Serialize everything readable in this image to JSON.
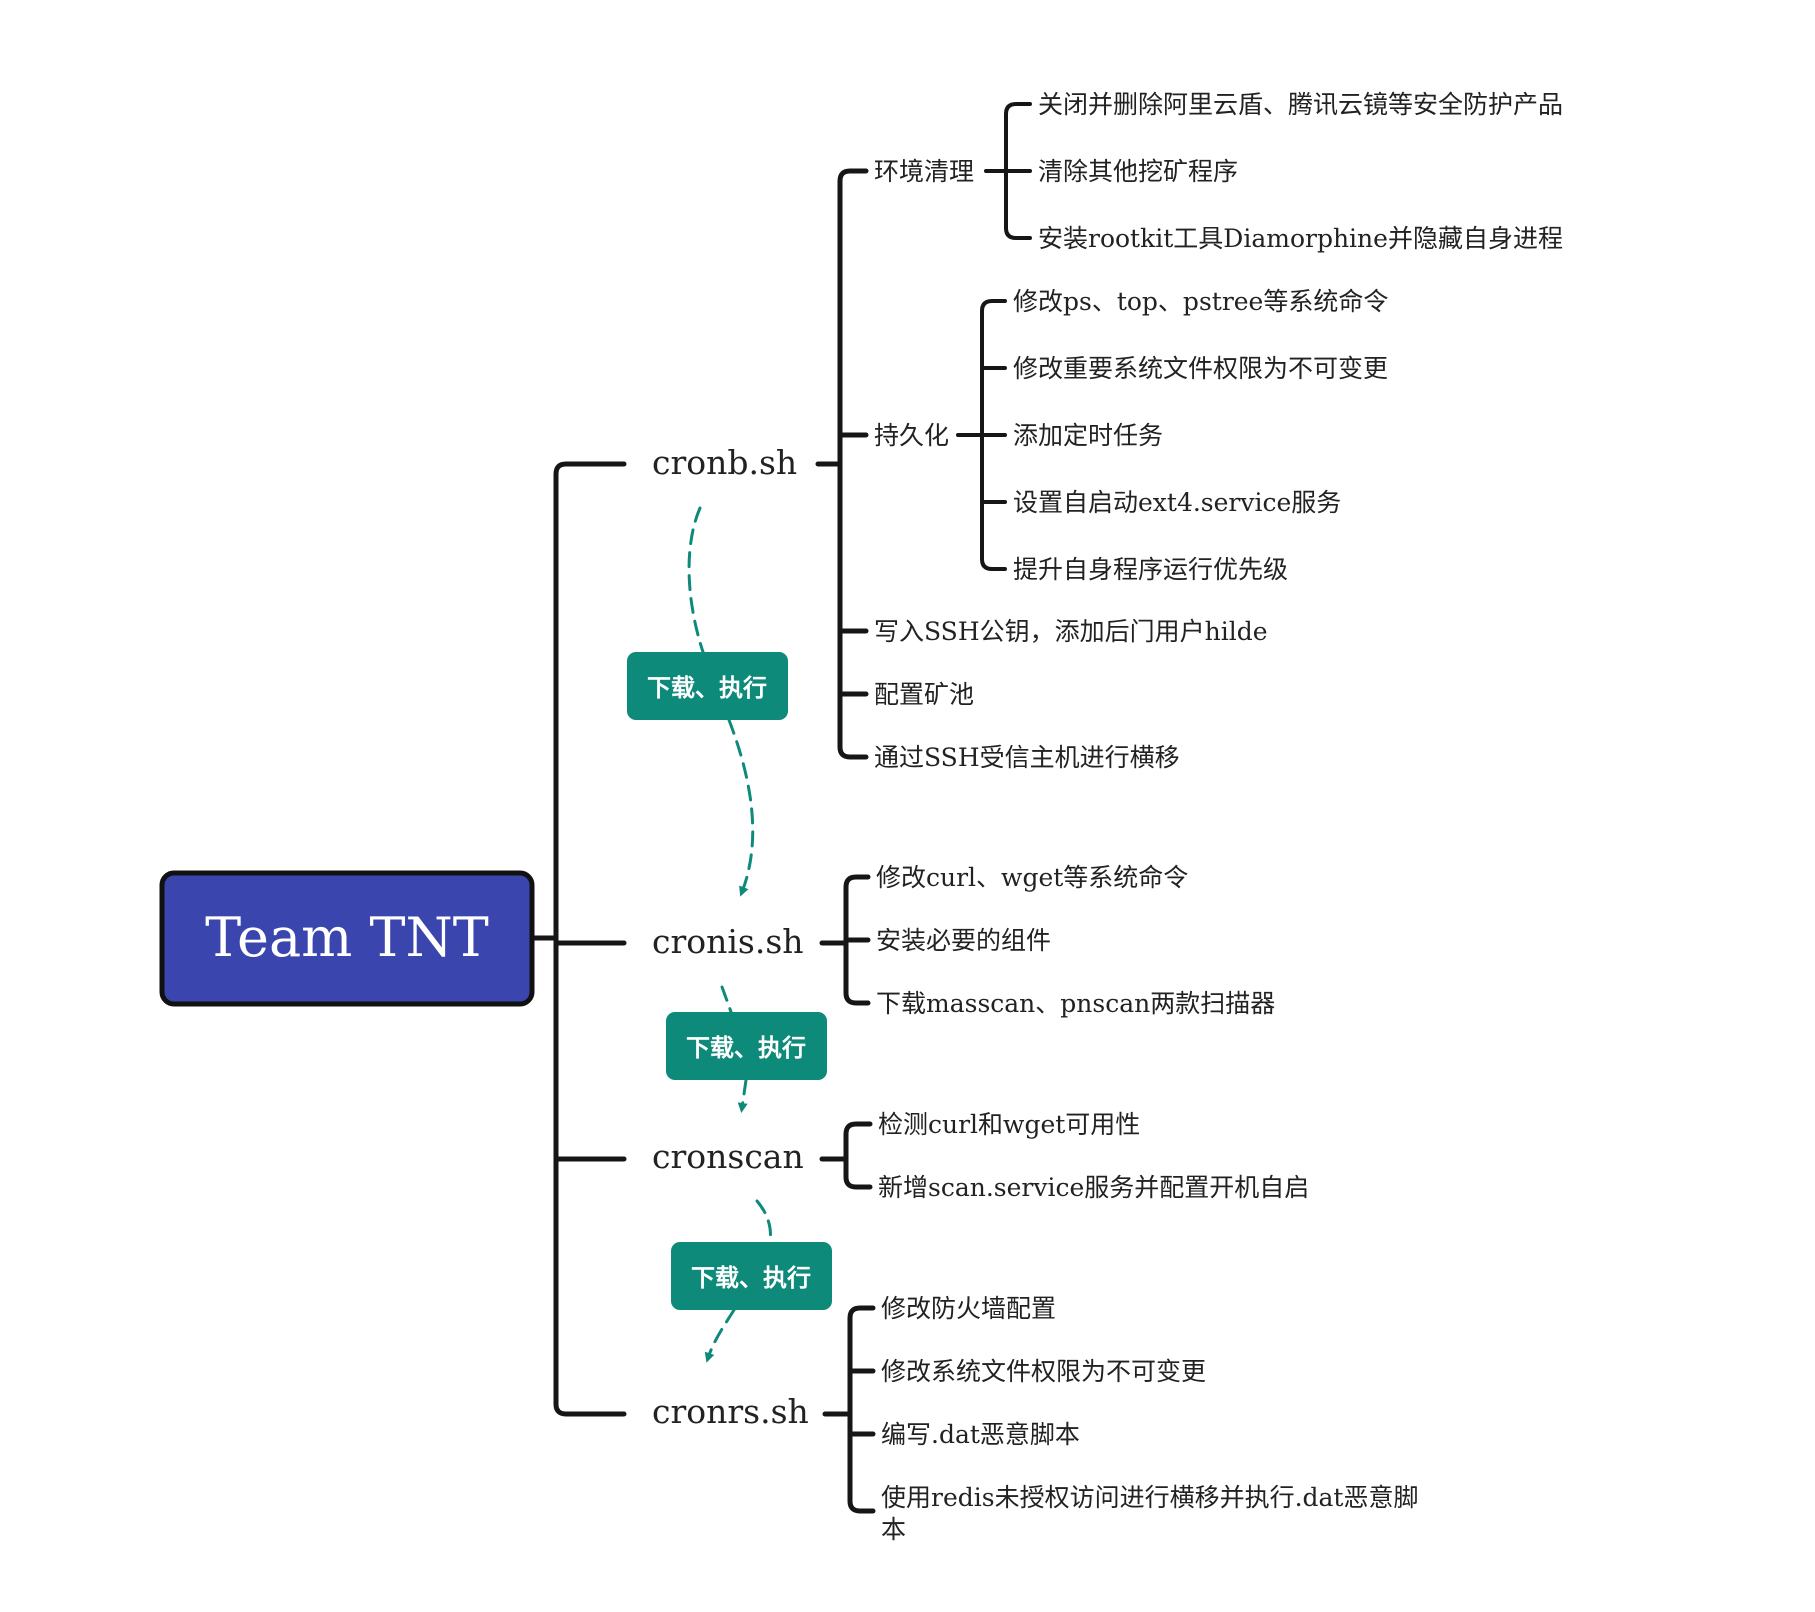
{
  "root": {
    "label": "Team TNT"
  },
  "colors": {
    "root_fill": "#3a45ad",
    "line": "#161616",
    "accent": "#0d8a7a",
    "text": "#222222"
  },
  "scripts": [
    {
      "id": "cronb",
      "label": "cronb.sh",
      "items": [
        {
          "label": "环境清理",
          "children": [
            "关闭并删除阿里云盾、腾讯云镜等安全防护产品",
            "清除其他挖矿程序",
            "安装rootkit工具Diamorphine并隐藏自身进程"
          ]
        },
        {
          "label": "持久化",
          "children": [
            "修改ps、top、pstree等系统命令",
            "修改重要系统文件权限为不可变更",
            "添加定时任务",
            "设置自启动ext4.service服务",
            "提升自身程序运行优先级"
          ]
        },
        {
          "label": "写入SSH公钥，添加后门用户hilde"
        },
        {
          "label": "配置矿池"
        },
        {
          "label": "通过SSH受信主机进行横移"
        }
      ]
    },
    {
      "id": "cronis",
      "label": "cronis.sh",
      "items": [
        {
          "label": "修改curl、wget等系统命令"
        },
        {
          "label": "安装必要的组件"
        },
        {
          "label": "下载masscan、pnscan两款扫描器"
        }
      ]
    },
    {
      "id": "cronscan",
      "label": "cronscan",
      "items": [
        {
          "label": "检测curl和wget可用性"
        },
        {
          "label": "新增scan.service服务并配置开机自启"
        }
      ]
    },
    {
      "id": "cronrs",
      "label": "cronrs.sh",
      "items": [
        {
          "label": "修改防火墙配置"
        },
        {
          "label": "修改系统文件权限为不可变更"
        },
        {
          "label": "编写.dat恶意脚本"
        },
        {
          "label": "使用redis未授权访问进行横移并执行.dat恶意脚本"
        }
      ]
    }
  ],
  "flow_steps": [
    {
      "label": "下载、执行"
    },
    {
      "label": "下载、执行"
    },
    {
      "label": "下载、执行"
    }
  ]
}
